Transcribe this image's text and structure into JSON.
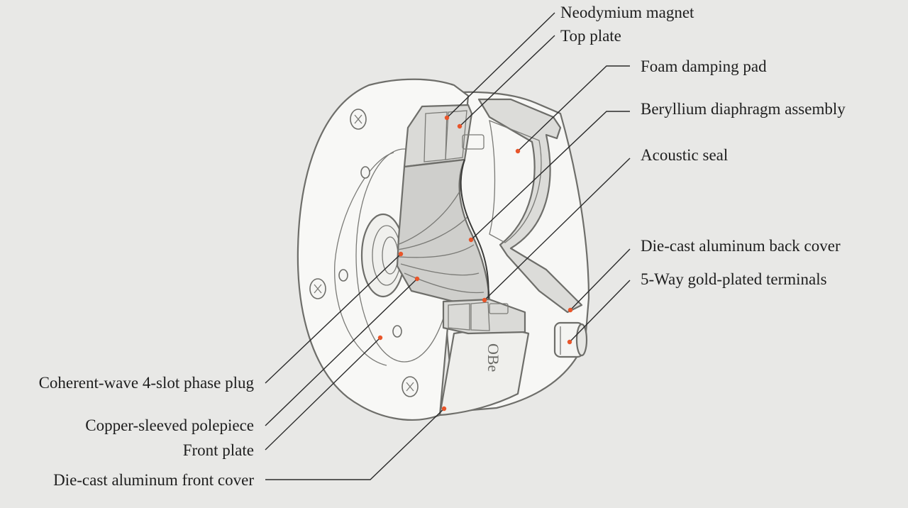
{
  "colors": {
    "background": "#e8e8e6",
    "body_fill": "#f7f7f5",
    "outline": "#6e6e6a",
    "cut_shade": "#d4d4d1",
    "label_text": "#1e1e1e",
    "marker_dot": "#e8552a"
  },
  "engraving": "OBe",
  "callouts": [
    {
      "id": "neodymium-magnet",
      "label": "Neodymium magnet"
    },
    {
      "id": "top-plate",
      "label": "Top plate"
    },
    {
      "id": "foam-damping-pad",
      "label": "Foam damping pad"
    },
    {
      "id": "beryllium-diaphragm-assembly",
      "label": "Beryllium diaphragm assembly"
    },
    {
      "id": "acoustic-seal",
      "label": "Acoustic seal"
    },
    {
      "id": "die-cast-aluminum-back-cover",
      "label": "Die-cast aluminum back cover"
    },
    {
      "id": "gold-plated-terminals",
      "label": "5-Way gold-plated terminals"
    },
    {
      "id": "phase-plug",
      "label": "Coherent-wave 4-slot phase plug"
    },
    {
      "id": "copper-sleeved-polepiece",
      "label": "Copper-sleeved polepiece"
    },
    {
      "id": "front-plate",
      "label": "Front plate"
    },
    {
      "id": "die-cast-aluminum-front-cover",
      "label": "Die-cast aluminum front cover"
    }
  ]
}
